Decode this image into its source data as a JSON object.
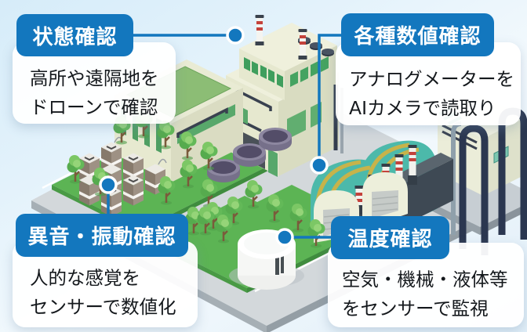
{
  "callouts": {
    "status_check": {
      "label": "状態確認",
      "desc_line1": "高所や遠隔地を",
      "desc_line2": "ドローンで確認"
    },
    "numeric_check": {
      "label": "各種数値確認",
      "desc_line1": "アナログメーターを",
      "desc_line2": "AIカメラで読取り"
    },
    "sound_vibration_check": {
      "label": "異音・振動確認",
      "desc_line1": "人的な感覚を",
      "desc_line2": "センサーで数値化"
    },
    "temperature_check": {
      "label": "温度確認",
      "desc_line1": "空気・機械・液体等",
      "desc_line2": "をセンサーで監視"
    }
  },
  "colors": {
    "accent_blue": "#1377be",
    "card_white": "#ffffff",
    "text_black": "#14181c",
    "grass_green": "#5cb454",
    "roof_teal": "#4cb9aa",
    "building_cream": "#e9ebd3",
    "chimney_stripe_red": "#c4423b",
    "ground_grey": "#d3d8db",
    "sky_blue": "#d9edf9"
  },
  "illustration": {
    "name": "smart-factory-isometric-scene",
    "elements": [
      "main-factory-building",
      "flat-roof-building",
      "pipes-building",
      "arch-roof-warehouse",
      "striped-chimneys",
      "storage-tanks",
      "white-cylindrical-tank",
      "transformer-units",
      "trees",
      "roads"
    ]
  }
}
